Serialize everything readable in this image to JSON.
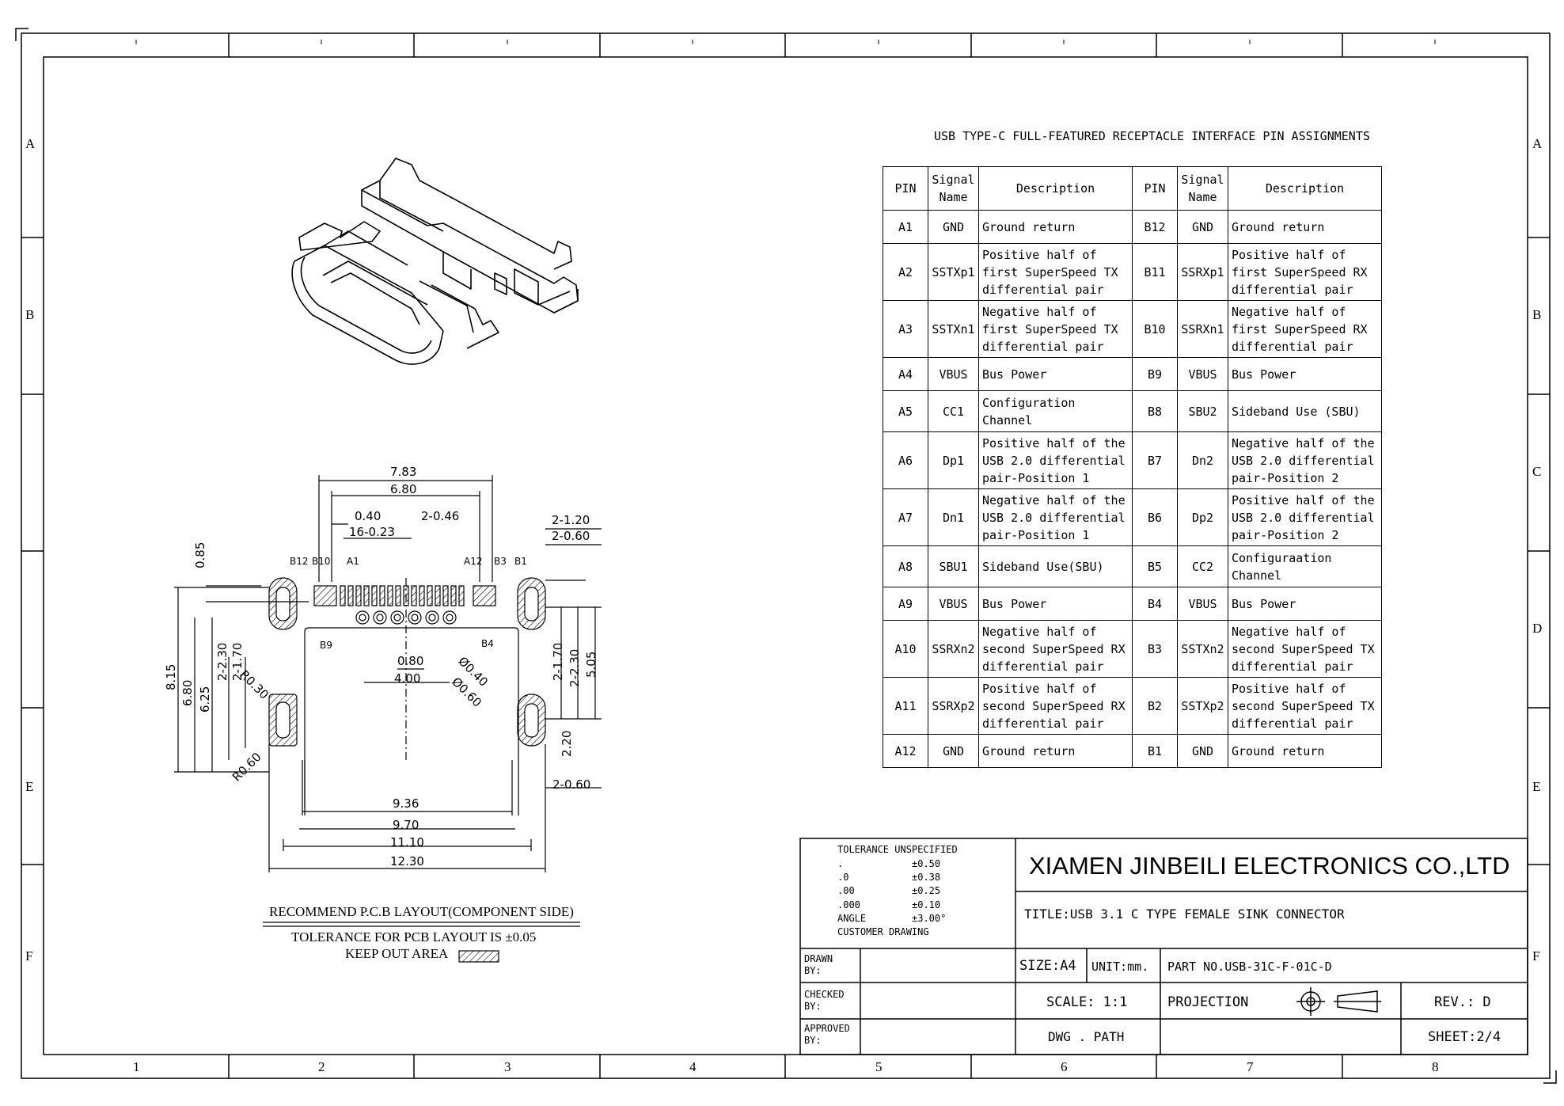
{
  "frame": {
    "columns": [
      "1",
      "2",
      "3",
      "4",
      "5",
      "6",
      "7",
      "8"
    ],
    "rows": [
      "A",
      "B",
      "C",
      "D",
      "E",
      "F"
    ]
  },
  "pin_table": {
    "title": "USB TYPE-C FULL-FEATURED RECEPTACLE INTERFACE PIN ASSIGNMENTS",
    "headers": [
      "PIN",
      "Signal Name",
      "Description",
      "PIN",
      "Signal Name",
      "Description"
    ],
    "rows": [
      {
        "pin_a": "A1",
        "sig_a": "GND",
        "desc_a": "Ground return",
        "pin_b": "B12",
        "sig_b": "GND",
        "desc_b": "Ground return"
      },
      {
        "pin_a": "A2",
        "sig_a": "SSTXp1",
        "desc_a": "Positive half of first SuperSpeed TX differential pair",
        "pin_b": "B11",
        "sig_b": "SSRXp1",
        "desc_b": "Positive half of first SuperSpeed RX differential pair"
      },
      {
        "pin_a": "A3",
        "sig_a": "SSTXn1",
        "desc_a": "Negative half of first SuperSpeed TX differential pair",
        "pin_b": "B10",
        "sig_b": "SSRXn1",
        "desc_b": "Negative half of first SuperSpeed RX differential pair"
      },
      {
        "pin_a": "A4",
        "sig_a": "VBUS",
        "desc_a": "Bus Power",
        "pin_b": "B9",
        "sig_b": "VBUS",
        "desc_b": "Bus Power"
      },
      {
        "pin_a": "A5",
        "sig_a": "CC1",
        "desc_a": "Configuration Channel",
        "pin_b": "B8",
        "sig_b": "SBU2",
        "desc_b": "Sideband Use (SBU)"
      },
      {
        "pin_a": "A6",
        "sig_a": "Dp1",
        "desc_a": "Positive half of the USB 2.0 differential pair-Position 1",
        "pin_b": "B7",
        "sig_b": "Dn2",
        "desc_b": "Negative half of the USB 2.0 differential pair-Position 2"
      },
      {
        "pin_a": "A7",
        "sig_a": "Dn1",
        "desc_a": "Negative half of the USB 2.0 differential pair-Position 1",
        "pin_b": "B6",
        "sig_b": "Dp2",
        "desc_b": "Positive half of the USB 2.0 differential pair-Position 2"
      },
      {
        "pin_a": "A8",
        "sig_a": "SBU1",
        "desc_a": "Sideband Use(SBU)",
        "pin_b": "B5",
        "sig_b": "CC2",
        "desc_b": "Configuraation Channel"
      },
      {
        "pin_a": "A9",
        "sig_a": "VBUS",
        "desc_a": "Bus Power",
        "pin_b": "B4",
        "sig_b": "VBUS",
        "desc_b": "Bus Power"
      },
      {
        "pin_a": "A10",
        "sig_a": "SSRXn2",
        "desc_a": "Negative half of second SuperSpeed RX differential pair",
        "pin_b": "B3",
        "sig_b": "SSTXn2",
        "desc_b": "Negative half of second SuperSpeed TX differential pair"
      },
      {
        "pin_a": "A11",
        "sig_a": "SSRXp2",
        "desc_a": "Positive half of second SuperSpeed RX differential pair",
        "pin_b": "B2",
        "sig_b": "SSTXp2",
        "desc_b": "Positive half of second SuperSpeed TX differential pair"
      },
      {
        "pin_a": "A12",
        "sig_a": "GND",
        "desc_a": "Ground return",
        "pin_b": "B1",
        "sig_b": "GND",
        "desc_b": "Ground return"
      }
    ]
  },
  "pcb_layout": {
    "dims": {
      "d783": "7.83",
      "d680": "6.80",
      "d040": "0.40",
      "d2x046": "2-0.46",
      "d16x023": "16-0.23",
      "d2x120": "2-1.20",
      "d2x060a": "2-0.60",
      "d085": "0.85",
      "p_b12": "B12",
      "p_b10": "B10",
      "p_a1": "A1",
      "p_a12": "A12",
      "p_b3": "B3",
      "p_b1": "B1",
      "p_b9": "B9",
      "p_b4": "B4",
      "d080": "0.80",
      "d400": "4.00",
      "phi040": "Ø0.40",
      "phi060": "Ø0.60",
      "d815": "8.15",
      "d680v": "6.80",
      "d625": "6.25",
      "d2x230": "2-2.30",
      "d2x170": "2-1.70",
      "r030": "R0.30",
      "d2x170r": "2-1.70",
      "d2x230r": "2-2.30",
      "d505": "5.05",
      "d220": "2.20",
      "r060": "R0.60",
      "d2x060b": "2-0.60",
      "d936": "9.36",
      "d970": "9.70",
      "d1110": "11.10",
      "d1230": "12.30"
    },
    "caption": "RECOMMEND P.C.B LAYOUT(COMPONENT SIDE)",
    "tolerance_note": "TOLERANCE FOR PCB LAYOUT IS ±0.05",
    "keepout_label": "KEEP OUT AREA"
  },
  "title_block": {
    "tolerance": {
      "heading": "TOLERANCE UNSPECIFIED",
      "lines": [
        {
          "k": ".",
          "v": "±0.50"
        },
        {
          "k": ".0",
          "v": "±0.38"
        },
        {
          "k": ".00",
          "v": "±0.25"
        },
        {
          "k": ".000",
          "v": "±0.10"
        },
        {
          "k": "ANGLE",
          "v": "±3.00°"
        }
      ],
      "footer": "CUSTOMER DRAWING"
    },
    "company": "XIAMEN JINBEILI ELECTRONICS CO.,LTD",
    "title": "TITLE:USB 3.1 C TYPE FEMALE SINK CONNECTOR",
    "drawn_by": "DRAWN BY:",
    "checked_by": "CHECKED BY:",
    "approved_by": "APPROVED BY:",
    "size": "SIZE:A4",
    "unit": "UNIT:mm.",
    "part_no": "PART NO.USB-31C-F-01C-D",
    "scale": "SCALE: 1:1",
    "projection": "PROJECTION",
    "rev": "REV.: D",
    "dwg_path": "DWG . PATH",
    "sheet": "SHEET:2/4"
  }
}
